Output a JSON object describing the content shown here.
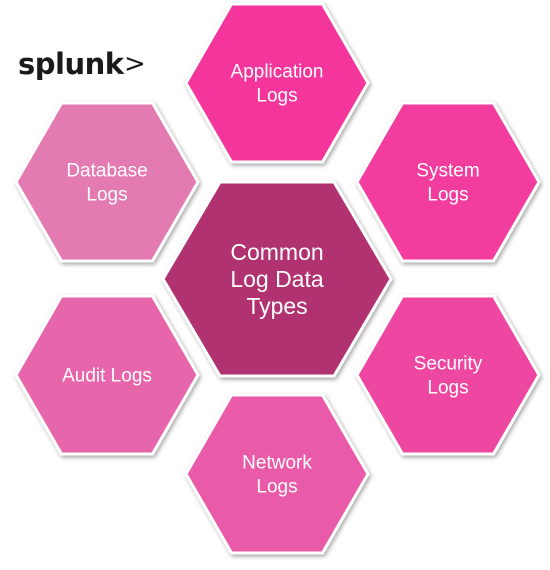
{
  "brand": {
    "logo_text": "splunk",
    "logo_mark": ">"
  },
  "diagram": {
    "center": {
      "lines": [
        "Common",
        "Log Data",
        "Types"
      ],
      "color": "#b0306f"
    },
    "nodes": [
      {
        "key": "application",
        "lines": [
          "Application",
          "Logs"
        ],
        "color": "#f3359c"
      },
      {
        "key": "system",
        "lines": [
          "System",
          "Logs"
        ],
        "color": "#f23d9e"
      },
      {
        "key": "security",
        "lines": [
          "Security",
          "Logs"
        ],
        "color": "#ee46a2"
      },
      {
        "key": "network",
        "lines": [
          "Network",
          "Logs"
        ],
        "color": "#e95aa8"
      },
      {
        "key": "audit",
        "lines": [
          "Audit Logs"
        ],
        "color": "#e766ab"
      },
      {
        "key": "database",
        "lines": [
          "Database",
          "Logs"
        ],
        "color": "#e47ab2"
      }
    ]
  }
}
